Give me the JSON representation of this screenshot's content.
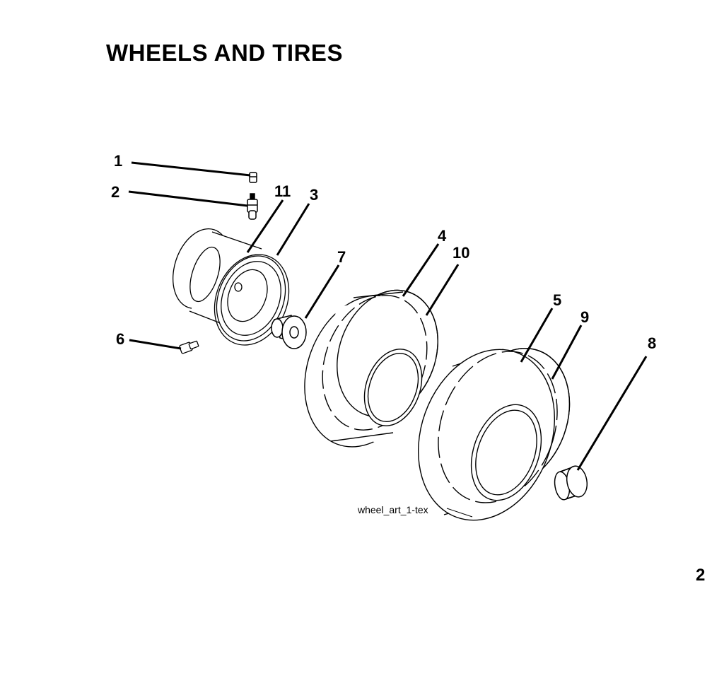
{
  "page": {
    "title": "WHEELS AND TIRES",
    "page_number": "2"
  },
  "diagram": {
    "art_tag": "wheel_art_1-tex",
    "callouts": {
      "c1": "1",
      "c2": "2",
      "c3": "3",
      "c4": "4",
      "c5": "5",
      "c6": "6",
      "c7": "7",
      "c8": "8",
      "c9": "9",
      "c10": "10",
      "c11": "11"
    }
  }
}
